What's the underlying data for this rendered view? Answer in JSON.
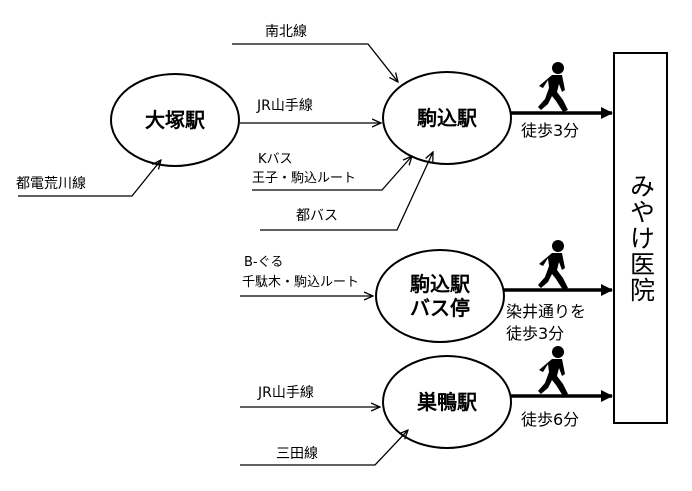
{
  "stations": {
    "otsuka": "大塚駅",
    "komagome": "駒込駅",
    "komagome_bus_line1": "駒込駅",
    "komagome_bus_line2": "バス停",
    "sugamo": "巣鴨駅"
  },
  "clinic": "みやけ医院",
  "routes": {
    "nanboku": "南北線",
    "jr_yamanote_1": "JR山手線",
    "toden_arakawa": "都電荒川線",
    "kbus_line1": "Kバス",
    "kbus_line2": "王子・駒込ルート",
    "toei_bus": "都バス",
    "bgururu_line1": "B-ぐる",
    "bgururu_line2": "千駄木・駒込ルート",
    "jr_yamanote_2": "JR山手線",
    "mita": "三田線"
  },
  "walks": {
    "komagome": "徒歩3分",
    "bus_line1": "染井通りを",
    "bus_line2": "徒歩3分",
    "sugamo": "徒歩6分"
  },
  "icons": [
    "walking-person-icon",
    "walking-person-icon",
    "walking-person-icon"
  ],
  "colors": {
    "line": "#000000",
    "background": "#ffffff"
  }
}
